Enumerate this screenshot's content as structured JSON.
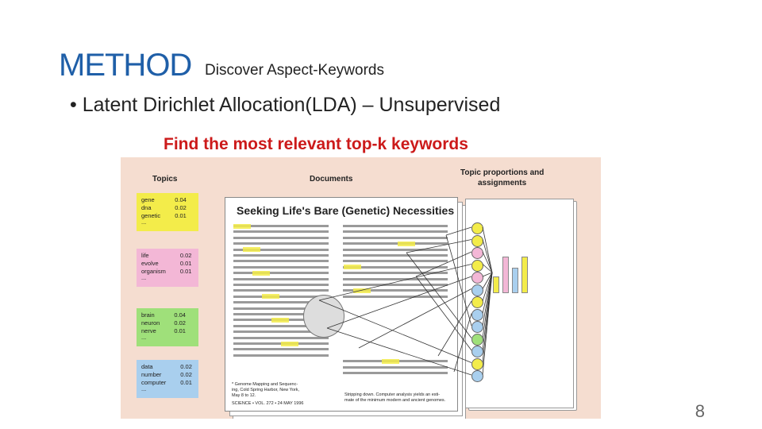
{
  "slide": {
    "title": "METHOD",
    "subtitle": "Discover Aspect-Keywords",
    "bullet": "• Latent Dirichlet Allocation(LDA) – Unsupervised",
    "highlight_text": "Find the most relevant top-k keywords",
    "page_number": "8"
  },
  "figure": {
    "topics_label": "Topics",
    "documents_label": "Documents",
    "proportions_label": "Topic proportions and",
    "proportions_label2": "assignments",
    "doc_title": "Seeking Life's Bare (Genetic) Necessities",
    "caption": "Stripping down. Computer analysis yields an esti-",
    "caption2": "mate of the minimum modern and ancient genomes.",
    "footnote": "* Genome Mapping and Sequenc-",
    "footnote2": "ing, Cold Spring Harbor, New York,",
    "footnote3": "May 8 to 12.",
    "footer": "SCIENCE • VOL. 272 • 24 MAY 1996",
    "topics": [
      {
        "color": "#f3ec4a",
        "words": [
          [
            "gene",
            "0.04"
          ],
          [
            "dna",
            "0.02"
          ],
          [
            "genetic",
            "0.01"
          ]
        ],
        "more": "..."
      },
      {
        "color": "#f3b7d6",
        "words": [
          [
            "life",
            "0.02"
          ],
          [
            "evolve",
            "0.01"
          ],
          [
            "organism",
            "0.01"
          ]
        ],
        "more": "..."
      },
      {
        "color": "#9fe07a",
        "words": [
          [
            "brain",
            "0.04"
          ],
          [
            "neuron",
            "0.02"
          ],
          [
            "nerve",
            "0.01"
          ]
        ],
        "more": "..."
      },
      {
        "color": "#a9cfee",
        "words": [
          [
            "data",
            "0.02"
          ],
          [
            "number",
            "0.02"
          ],
          [
            "computer",
            "0.01"
          ]
        ],
        "more": "..."
      }
    ],
    "proportion_bars": [
      0.35,
      0.8,
      0.55,
      0.8
    ],
    "bar_colors": [
      "#f3ec4a",
      "#f3b7d6",
      "#a9cfee",
      "#f3ec4a"
    ]
  }
}
